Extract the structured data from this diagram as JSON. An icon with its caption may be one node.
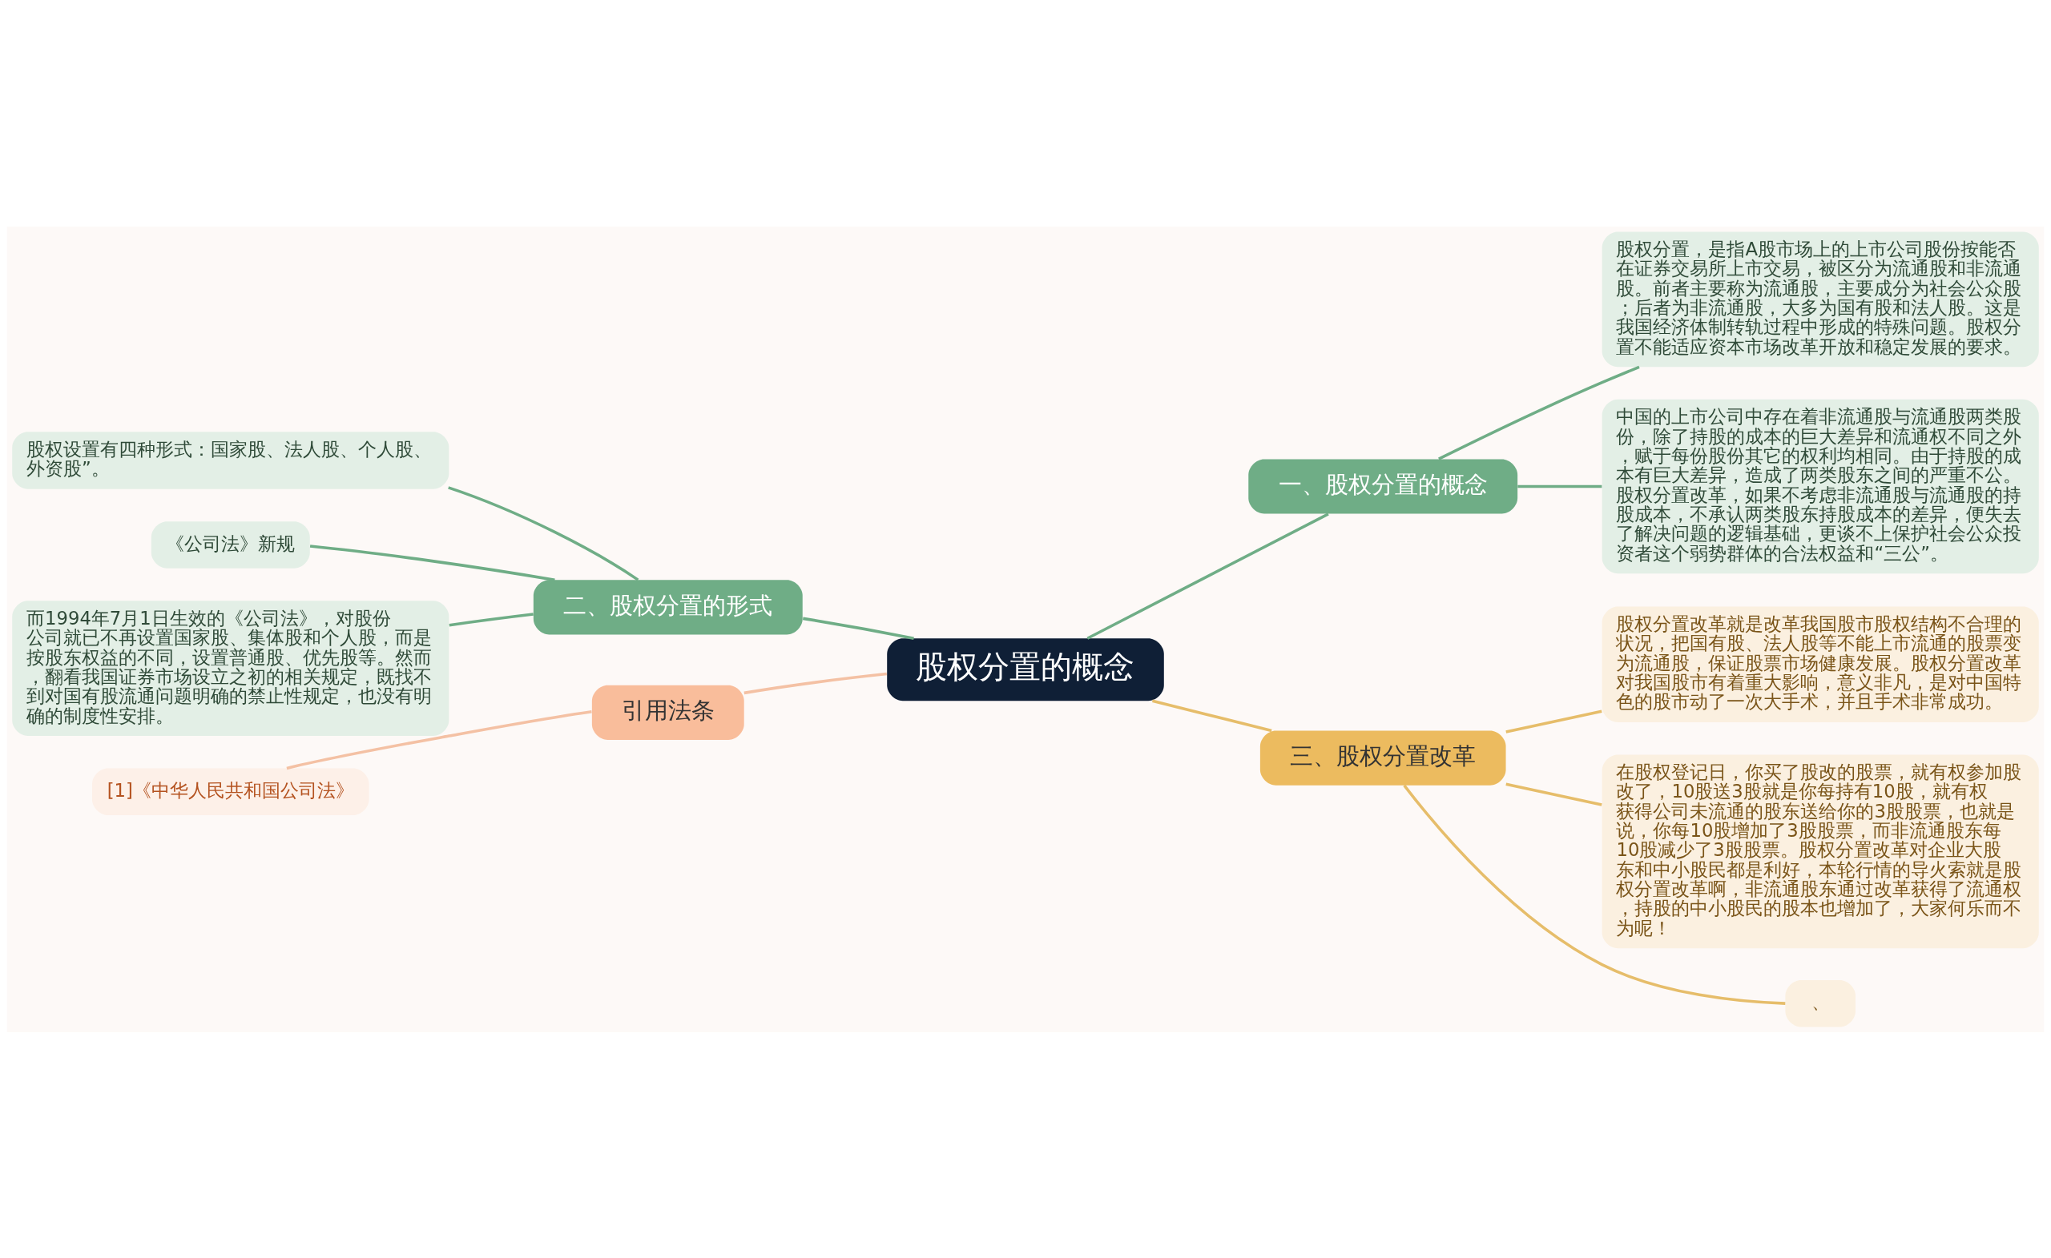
{
  "diagram": {
    "nodes": [
      {
        "text": [
          "股权分置的概念"
        ]
      },
      {
        "text": [
          "一、股权分置的概念"
        ]
      },
      {
        "text": [
          "股权分置，是指A股市场上的上市公司股份按能否在证券交易所上市交易，被区分为流通股和非流通股。前者主要称为流通股，主要成分为社会公众股；后者为非流通股，大多为国有股和法人股。这是我国经济体制转轨过程中形成的特殊问题。股权分置不能适应资本市场改革开放和稳定发展的要求。"
        ]
      },
      {
        "text": [
          "中国的上市公司中存在着非流通股与流通股两类股份，除了持股的成本的巨大差异和流通权不同之外，赋于每份股份其它的权利均相同。由于持股的成本有巨大差异，造成了两类股东之间的严重不公。股权分置改革，如果不考虑非流通股与流通股的持股成本，不承认两类股东持股成本的差异，便失去了解决问题的逻辑基础，更谈不上保护社会公众投资者这个弱势群体的合法权益和“三公”。"
        ]
      },
      {
        "text": [
          "二、股权分置的形式"
        ]
      },
      {
        "text": [
          "股权设置有四种形式：国家股、法人股、个人股、外资股”。"
        ]
      },
      {
        "text": [
          "《公司法》新规"
        ]
      },
      {
        "text": [
          "而1994年7月1日生效的《公司法》，对股份公司就已不再设置国家股、集体股和个人股，而是按股东权益的不同，设置普通股、优先股等。然而，翻看我国证券市场设立之初的相关规定，既找不到对国有股流通问题明确的禁止性规定，也没有明确的制度性安排。"
        ]
      },
      {
        "text": [
          "引用法条"
        ]
      },
      {
        "text": [
          "[1]《中华人民共和国公司法》"
        ]
      },
      {
        "text": [
          "三、股权分置改革"
        ]
      },
      {
        "text": [
          "股权分置改革就是改革我国股市股权结构不合理的状况，把国有股、法人股等不能上市流通的股票变为流通股，保证股票市场健康发展。股权分置改革对我国股市有着重大影响，意义非凡，是对中国特色的股市动了一次大手术，并且手术非常成功。"
        ]
      },
      {
        "text": [
          "在股权登记日，你买了股改的股票，就有权参加股改了，10股送3股就是你每持有10股，就有权获得公司未流通的股东送给你的3股股票，也就是说，你每10股增加了3股股票，而非流通股东每10股减少了3股股票。股权分置改革对企业大股东和中小股民都是利好，本轮行情的导火索就是股权分置改革啊，非流通股东通过改革获得了流通权，持股的中小股民的股本也增加了，大家何乐而不为呢！"
        ]
      },
      {
        "text": [
          "、"
        ]
      }
    ],
    "edges": [
      {
        "from": 0,
        "to": 1,
        "arrow": "none"
      },
      {
        "from": 1,
        "to": 2,
        "arrow": "none"
      },
      {
        "from": 1,
        "to": 3,
        "arrow": "none"
      },
      {
        "from": 0,
        "to": 4,
        "arrow": "none"
      },
      {
        "from": 4,
        "to": 5,
        "arrow": "none"
      },
      {
        "from": 4,
        "to": 6,
        "arrow": "none"
      },
      {
        "from": 4,
        "to": 7,
        "arrow": "none"
      },
      {
        "from": 0,
        "to": 8,
        "arrow": "none",
        "color": "#f4c1a4"
      },
      {
        "from": 8,
        "to": 9,
        "arrow": "none",
        "color": "#f4c1a4"
      },
      {
        "from": 0,
        "to": 10,
        "arrow": "none",
        "color": "#e6bd6a"
      },
      {
        "from": 10,
        "to": 11,
        "arrow": "none",
        "color": "#e6bd6a"
      },
      {
        "from": 10,
        "to": 12,
        "arrow": "none",
        "color": "#e6bd6a"
      },
      {
        "from": 10,
        "to": 13,
        "arrow": "none",
        "color": "#e6bd6a"
      }
    ]
  }
}
